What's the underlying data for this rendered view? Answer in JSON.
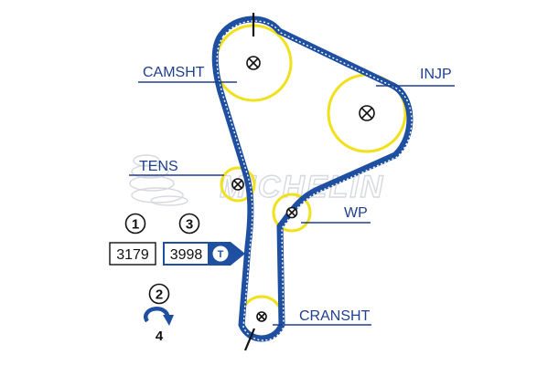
{
  "watermark": {
    "brand": "MICHELIN"
  },
  "colors": {
    "belt": "#1e4fa0",
    "pulley": "#f1e11a",
    "label": "#1f3f8f",
    "badge": "#1e4fa0"
  },
  "pulleys": [
    {
      "id": "camsht",
      "label": "CAMSHT"
    },
    {
      "id": "injp",
      "label": "INJP"
    },
    {
      "id": "tens",
      "label": "TENS"
    },
    {
      "id": "wp",
      "label": "WP"
    },
    {
      "id": "cransht",
      "label": "CRANSHT"
    }
  ],
  "legend": {
    "step1": "1",
    "step2": "2",
    "step3": "3",
    "step4": "4",
    "value1": "3179",
    "value3": "3998",
    "torque_badge": "T",
    "rotation_icon": "rotate-clockwise-arrow-icon"
  }
}
